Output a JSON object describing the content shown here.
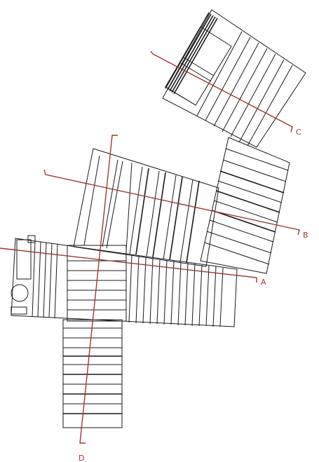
{
  "section_labels": {
    "a": "A",
    "b": "B",
    "c": "C",
    "d": "D"
  },
  "colors": {
    "linework": "#1a1a1a",
    "section_line": "#9b3a32",
    "background": "#ffffff"
  }
}
